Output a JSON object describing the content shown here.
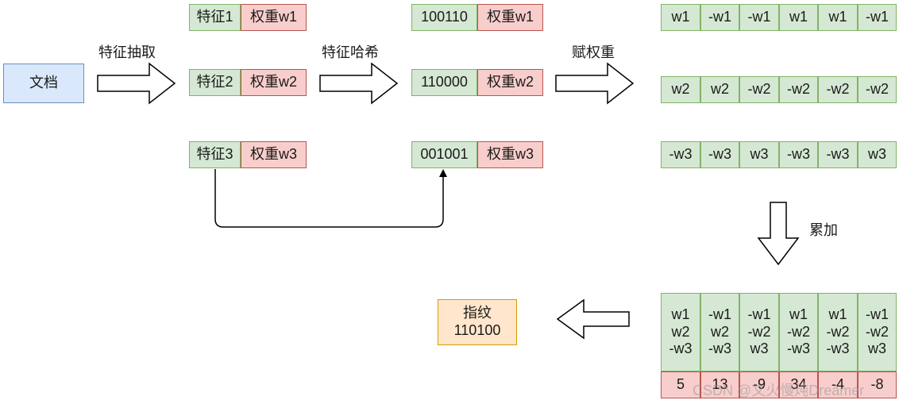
{
  "document_label": "文档",
  "step_labels": {
    "extract": "特征抽取",
    "hash": "特征哈希",
    "weight": "赋权重",
    "accumulate": "累加"
  },
  "features": [
    {
      "name": "特征1",
      "weight": "权重w1"
    },
    {
      "name": "特征2",
      "weight": "权重w2"
    },
    {
      "name": "特征3",
      "weight": "权重w3"
    }
  ],
  "hashes": [
    {
      "hash": "100110",
      "weight": "权重w1"
    },
    {
      "hash": "110000",
      "weight": "权重w2"
    },
    {
      "hash": "001001",
      "weight": "权重w3"
    }
  ],
  "weighted_rows": [
    [
      "w1",
      "-w1",
      "-w1",
      "w1",
      "w1",
      "-w1"
    ],
    [
      "w2",
      "w2",
      "-w2",
      "-w2",
      "-w2",
      "-w2"
    ],
    [
      "-w3",
      "-w3",
      "w3",
      "-w3",
      "-w3",
      "w3"
    ]
  ],
  "sum_columns": [
    [
      "w1",
      "w2",
      "-w3"
    ],
    [
      "-w1",
      "w2",
      "-w3"
    ],
    [
      "-w1",
      "-w2",
      "w3"
    ],
    [
      "w1",
      "-w2",
      "-w3"
    ],
    [
      "w1",
      "-w2",
      "-w3"
    ],
    [
      "-w1",
      "-w2",
      "w3"
    ]
  ],
  "sum_values": [
    "5",
    "13",
    "-9",
    "34",
    "-4",
    "-8"
  ],
  "fingerprint": {
    "title": "指纹",
    "value": "110100"
  },
  "watermark": "CSDN @文火慢炖Dreamer",
  "colors": {
    "green_fill": "#d5e8d4",
    "green_border": "#82b366",
    "red_fill": "#f8cecc",
    "red_border": "#b85450",
    "blue_fill": "#dae8fc",
    "blue_border": "#6c8ebf",
    "orange_fill": "#ffe6cc",
    "orange_border": "#d79b00"
  }
}
